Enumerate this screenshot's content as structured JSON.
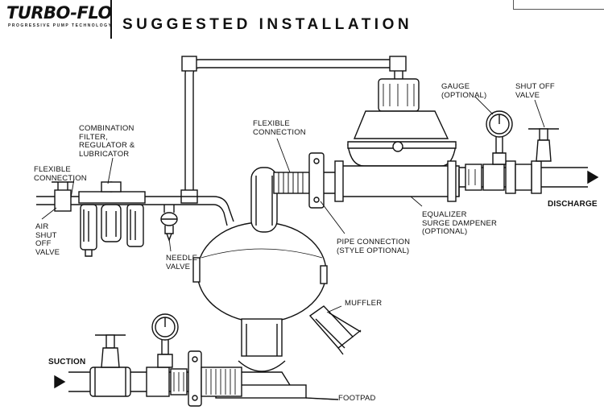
{
  "header": {
    "logo": "TURBO-FLO",
    "tagline": "PROGRESSIVE PUMP TECHNOLOGY",
    "title": "SUGGESTED INSTALLATION"
  },
  "labels": {
    "combination": "COMBINATION\nFILTER,\nREGULATOR &\nLUBRICATOR",
    "flexible_left": "FLEXIBLE\nCONNECTION",
    "air_shutoff": "AIR\nSHUT\nOFF\nVALVE",
    "needle_valve": "NEEDLE\nVALVE",
    "flexible_top": "FLEXIBLE\nCONNECTION",
    "gauge": "GAUGE\n(OPTIONAL)",
    "shutoff": "SHUT OFF\nVALVE",
    "discharge": "DISCHARGE",
    "equalizer": "EQUALIZER\nSURGE DAMPENER\n(OPTIONAL)",
    "pipe_connection": "PIPE CONNECTION\n(STYLE OPTIONAL)",
    "muffler": "MUFFLER",
    "suction": "SUCTION",
    "footpad": "FOOTPAD"
  }
}
